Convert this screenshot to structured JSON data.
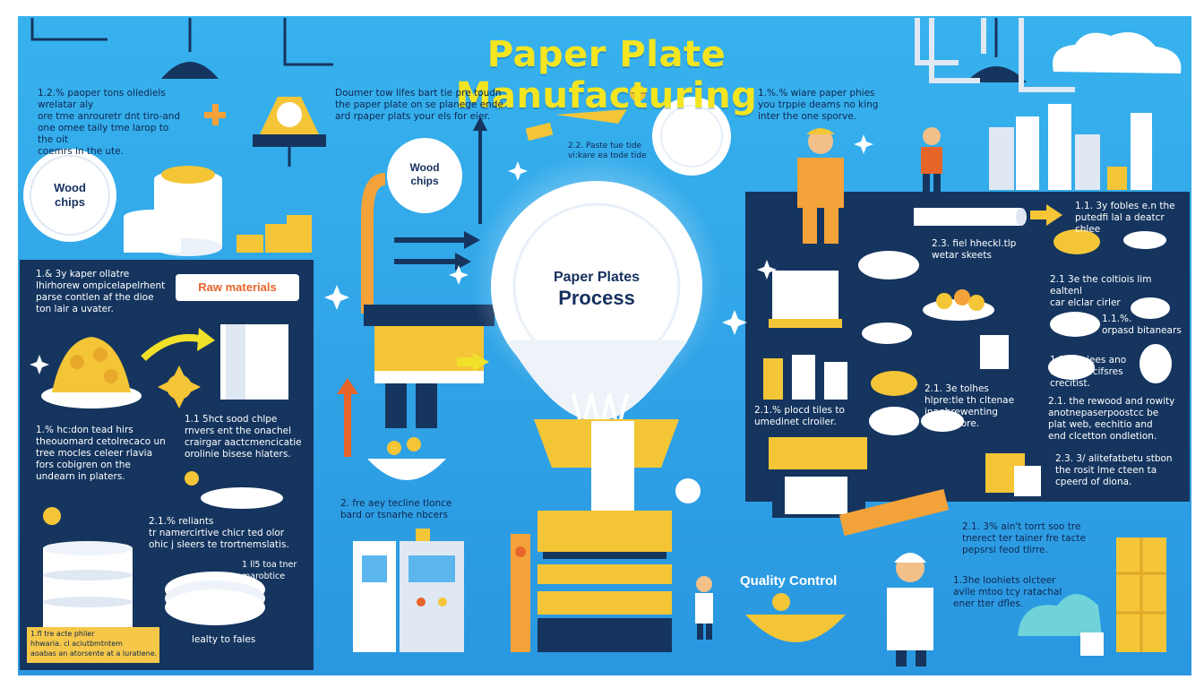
{
  "title": "Paper Plate Manufacturing",
  "center": {
    "line1": "Paper Plates",
    "line2": "Process"
  },
  "wood_chips_left": {
    "line1": "Wood",
    "line2": "chips"
  },
  "wood_chips_mid": {
    "line1": "Wood",
    "line2": "chips"
  },
  "raw_materials": "Raw materials",
  "quality_control": "Quality Control",
  "text_blocks": {
    "tl_intro": [
      "1.2.% paoper tons oliediels",
      "wrelatar aly",
      "ore tme anrouretr dnt tiro-and",
      "one omee taily tme larop to the oit",
      "coemrs in the ute."
    ],
    "top_center": [
      "Doumer tow lifes bart tie pre toudn",
      "the paper plate on se planege ende",
      "ard rpaper plats your els for eier."
    ],
    "tag_small": "2.2. Paste tue tide",
    "tag_small2": "vi:kare ea tode tide",
    "top_right": [
      "1.%.% wiare paper phies",
      "you trppie deams no king",
      "inter the one sporve."
    ],
    "left_panel_1": [
      "1.& 3y kaper ollatre",
      "Ihirhorew ompicelapelrhent",
      "parse contlen af the dioe",
      "ton lair a uvater."
    ],
    "left_panel_2": [
      "1.% hc:don tead hirs",
      "theouomard cetolrecaco un",
      "tree mocles celeer rlavia",
      "fors cobigren on the",
      "undearn in platers."
    ],
    "left_panel_3": [
      "1.1 5hct sood chlpe",
      "rnvers ent the onachel",
      "crairgar aactcmencicatie",
      "orolinie bisese hlaters."
    ],
    "left_panel_4": [
      "2.1.% reliants",
      "tr namercirtive chicr ted olor",
      "ohic j sleers te trortnemslatis."
    ],
    "left_panel_5": [
      "1 ll5 toa tner",
      "marobtice"
    ],
    "left_panel_6": "lealty to fales",
    "note_label": [
      "1.fl tre acte phlier",
      "hhwaria. cl aciutbmtntem",
      "aoabas an atorsente at a luratiene."
    ],
    "mid_lower": [
      "2. fre aey tecline tlonce",
      "bard or tsnarhe nbcers"
    ],
    "right_panel_1": [
      "1.1. 3y fobles e.n the",
      "putedfi lal a deatcr",
      "chlee"
    ],
    "right_panel_2": "2.3. fiel hheckl.tlp",
    "right_panel_2b": "wetar skeets",
    "right_panel_3": [
      "2.1 3e the coltiois lim ealtenl",
      "car elclar cirler"
    ],
    "right_panel_4": [
      "1.1.%.",
      "orpasd bitanears"
    ],
    "right_panel_5": [
      "1.% ocsiees ano",
      "tre ortsiecifsres",
      "crecitist."
    ],
    "right_panel_6": [
      "2.1. 3e tolhes",
      "hlpre:tle th cltenae",
      "inaqhrewenting",
      "te Coogore."
    ],
    "right_panel_7": [
      "2.1.% plocd tiles to",
      "umedinet clroiler."
    ],
    "right_panel_8": [
      "2.1. the rewood and rowity",
      "anotnepaserpoostcc be",
      "plat web, eechitio and",
      "end clcetton ondletion."
    ],
    "right_panel_9": [
      "2.3. 3/ alitefatbetu stbon",
      "the rosit lme cteen ta",
      "cpeerd of diona."
    ],
    "bottom_right_1": [
      "2.1. 3% ain't torrt soo tre",
      "tnerect ter tainer fre tacte",
      "pepsrsi feod tlirre."
    ],
    "bottom_right_2": [
      "1.3he loohiets olcteer",
      "avlle mtoo tcy ratachal",
      "ener tter dfles."
    ]
  },
  "colors": {
    "background": "#2fa3e8",
    "panel": "#15355f",
    "accent_yellow": "#f4c536",
    "title_yellow": "#f4e521",
    "orange": "#e8652a"
  }
}
